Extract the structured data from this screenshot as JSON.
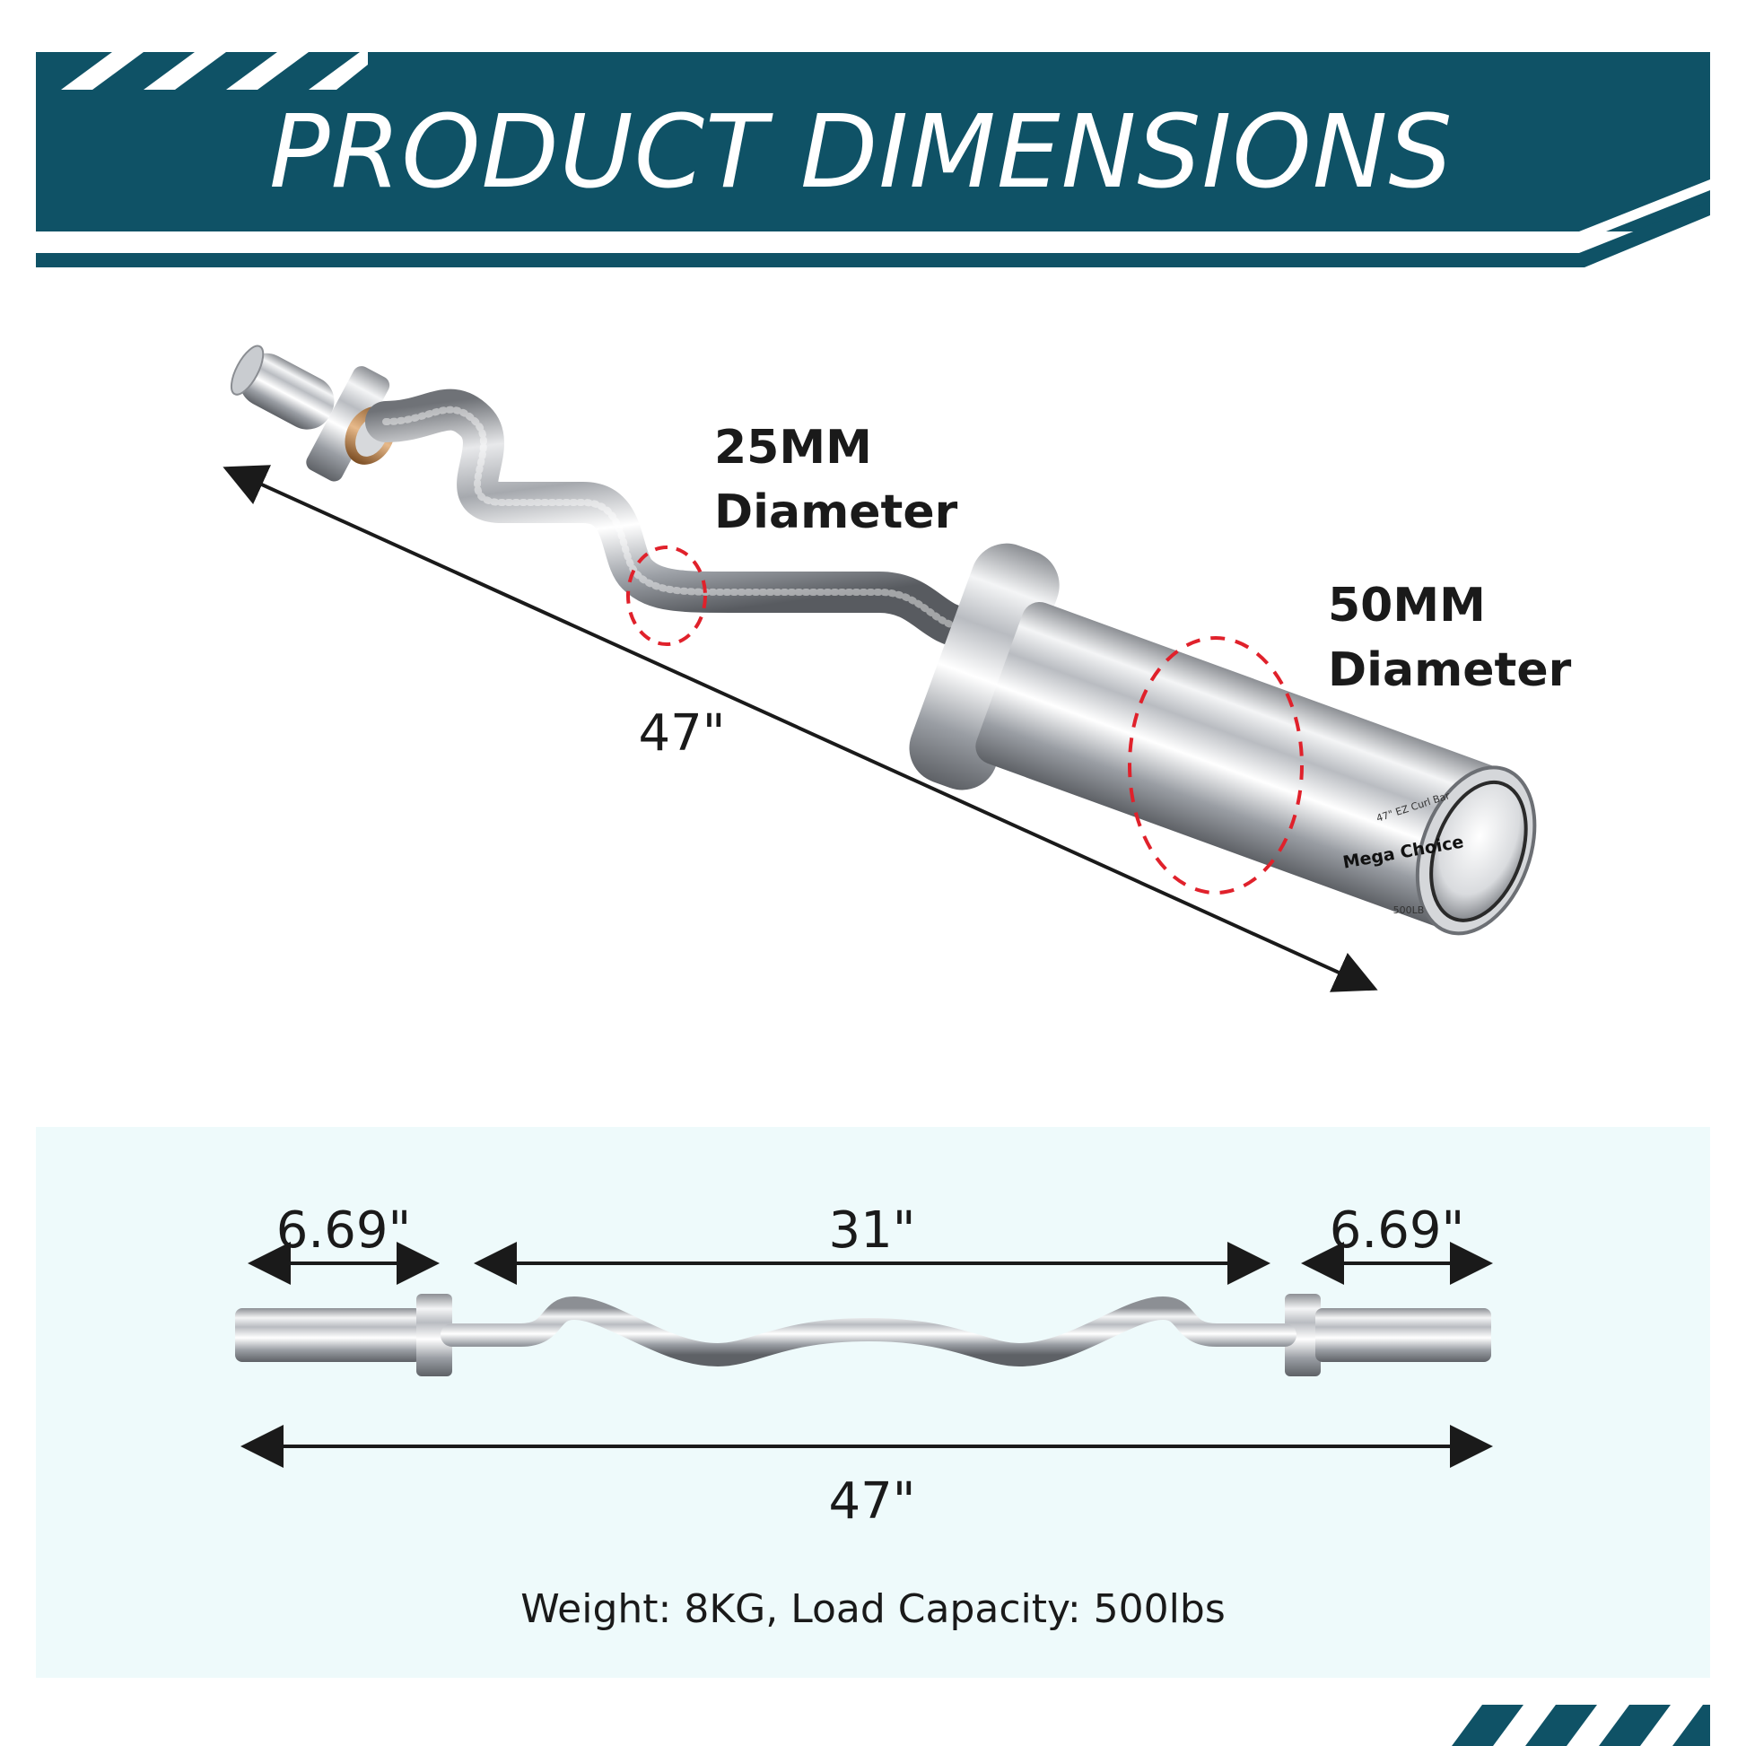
{
  "header": {
    "title": "PRODUCT DIMENSIONS",
    "band_color": "#0f5266"
  },
  "top_diagram": {
    "small_diameter": {
      "value": "25MM",
      "label": "Diameter"
    },
    "large_diameter": {
      "value": "50MM",
      "label": "Diameter"
    },
    "overall_length": "47\"",
    "end_cap": {
      "brand": "Mega Choice",
      "ring_text": "47\" EZ Curl Bar",
      "capacity_mark": "500LB"
    }
  },
  "bottom_panel": {
    "background": "#eefafb",
    "left_sleeve": "6.69\"",
    "center_section": "31\"",
    "right_sleeve": "6.69\"",
    "overall_length": "47\"",
    "specs": "Weight: 8KG, Load Capacity: 500lbs"
  },
  "accent_color": "#e0212b"
}
